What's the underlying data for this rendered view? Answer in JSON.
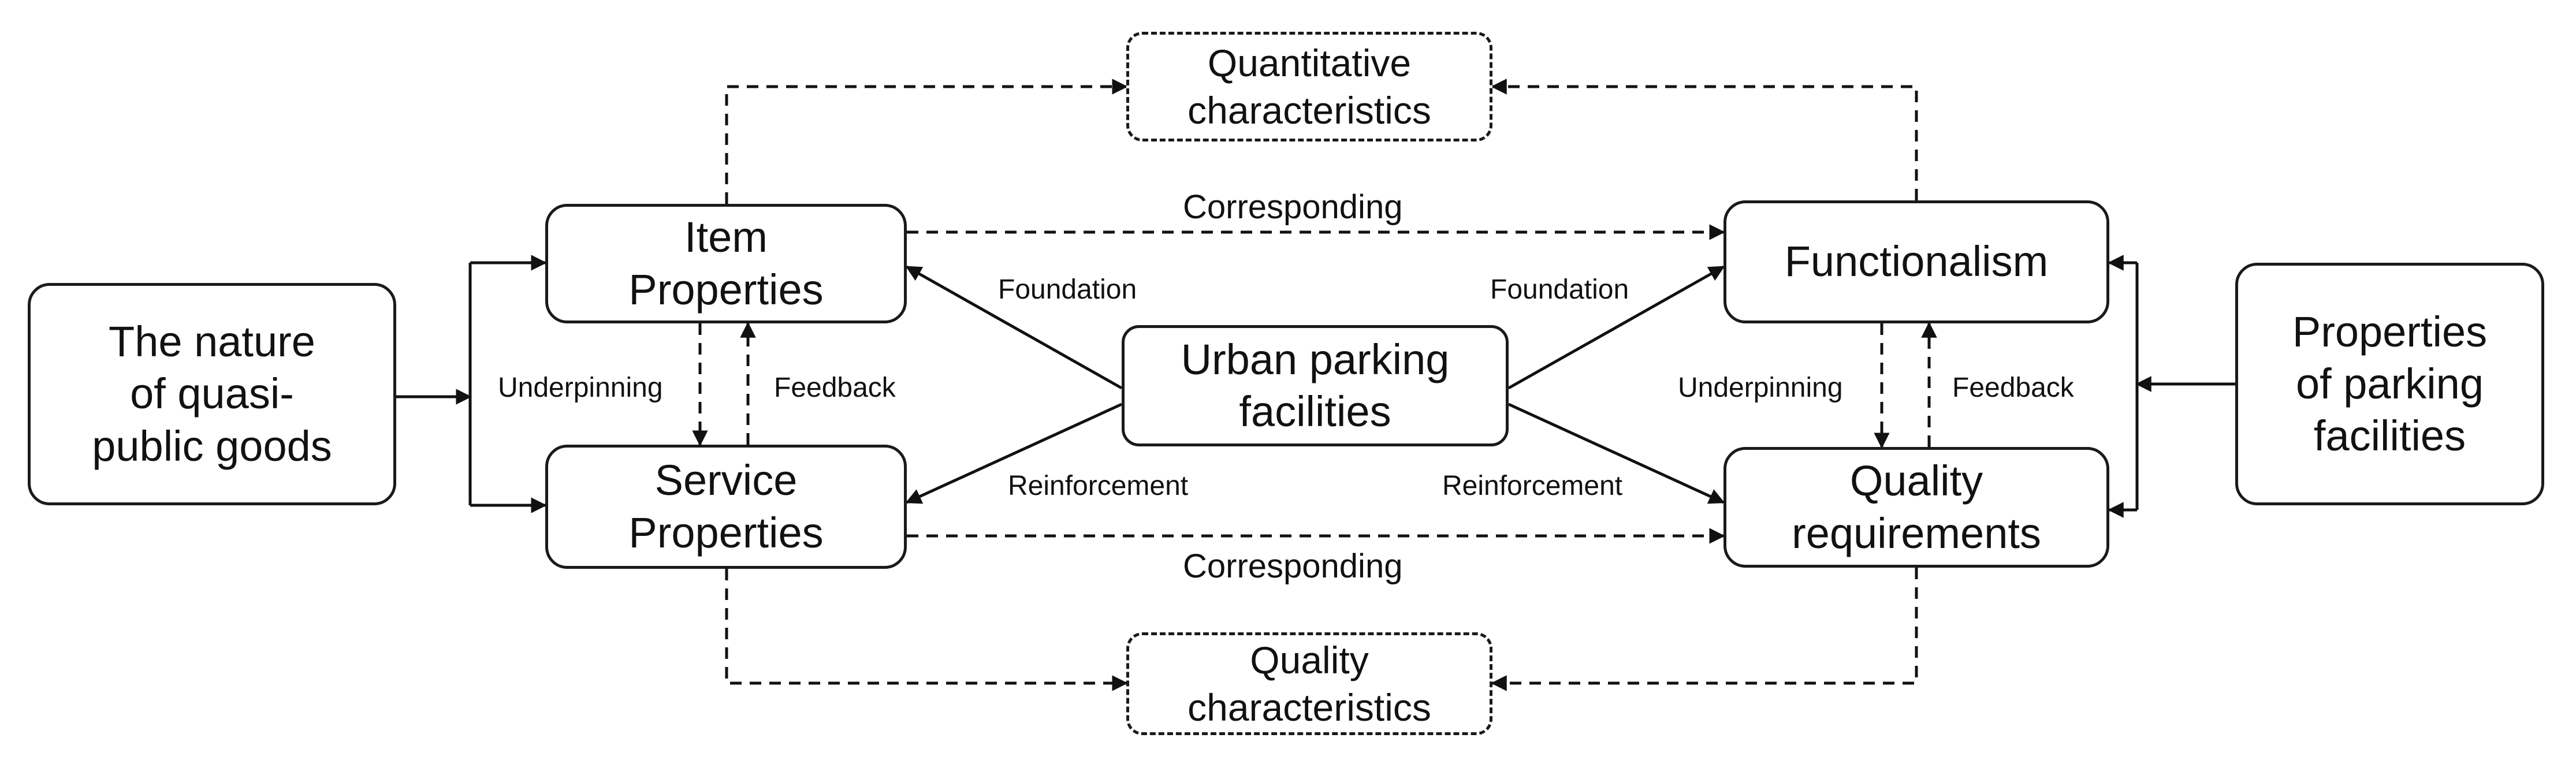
{
  "nodes": {
    "nature": [
      "The nature",
      "of quasi-",
      "public goods"
    ],
    "item": [
      "Item",
      "Properties"
    ],
    "service": [
      "Service",
      "Properties"
    ],
    "center": [
      "Urban parking",
      "facilities"
    ],
    "functionalism": [
      "Functionalism"
    ],
    "quality_req": [
      "Quality",
      "requirements"
    ],
    "parking_props": [
      "Properties",
      "of parking",
      "facilities"
    ],
    "quant": [
      "Quantitative",
      "characteristics"
    ],
    "qualchar": [
      "Quality",
      "characteristics"
    ]
  },
  "labels": {
    "corresponding_top": "Corresponding",
    "corresponding_bottom": "Corresponding",
    "foundation_left": "Foundation",
    "foundation_right": "Foundation",
    "reinforcement_left": "Reinforcement",
    "reinforcement_right": "Reinforcement",
    "underpinning_left": "Underpinning",
    "feedback_left": "Feedback",
    "underpinning_right": "Underpinning",
    "feedback_right": "Feedback"
  }
}
